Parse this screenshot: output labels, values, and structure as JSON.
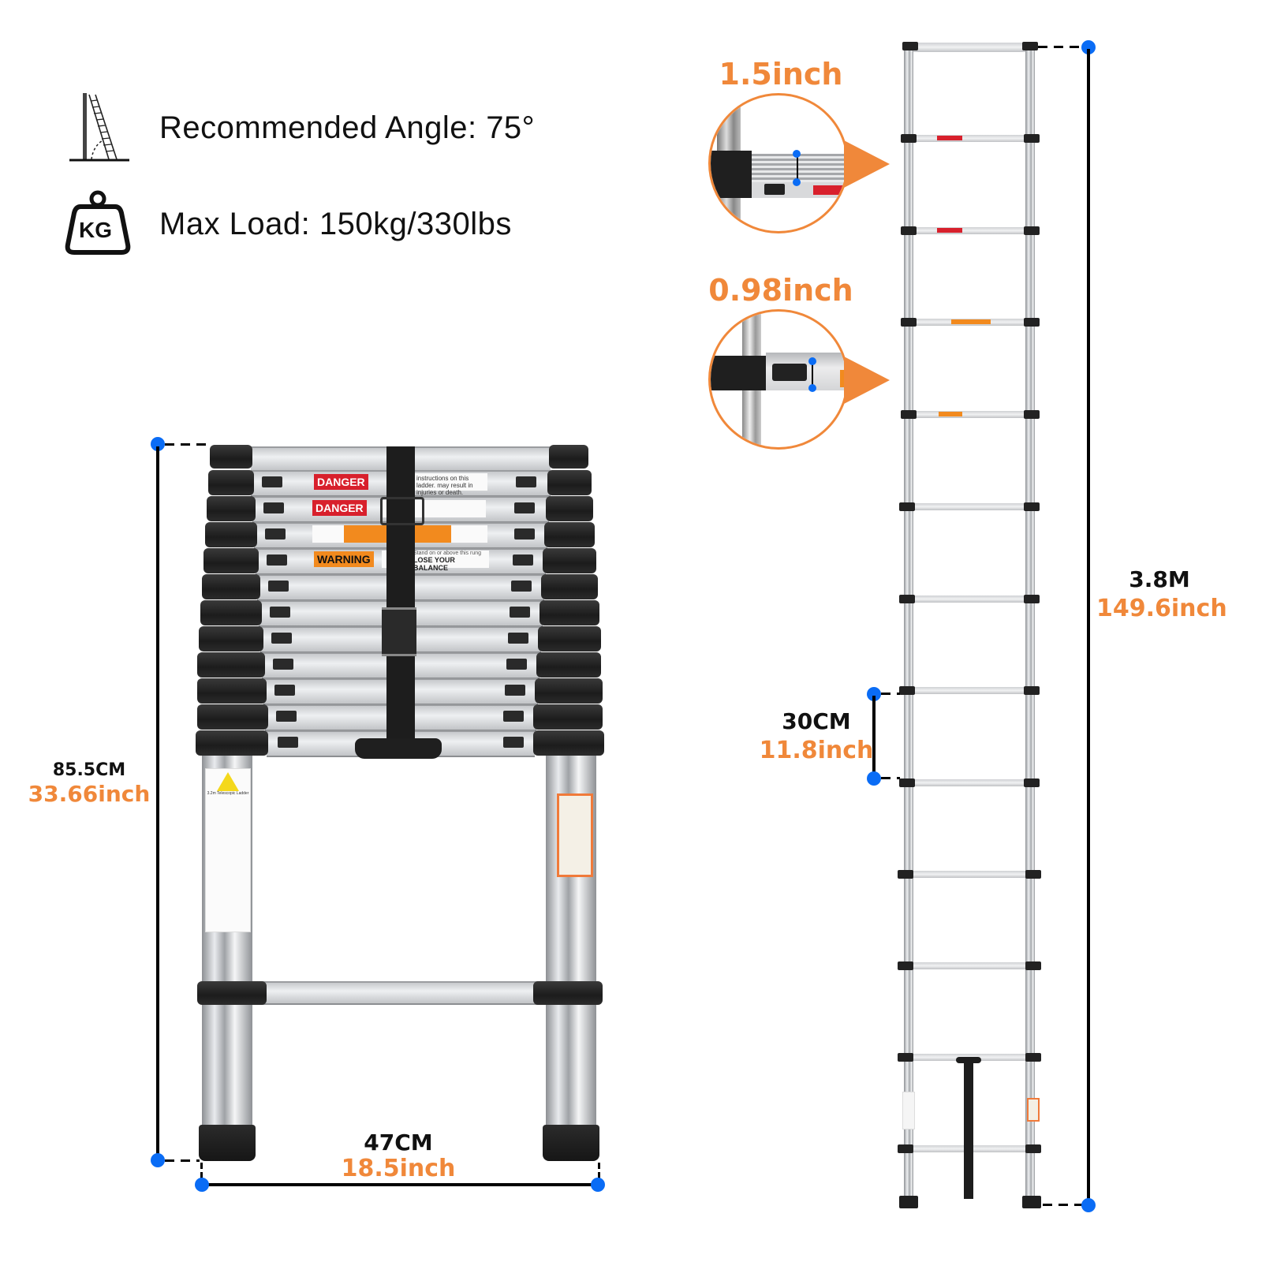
{
  "specs": {
    "angle": {
      "icon": "ladder-angle-icon",
      "text": "Recommended Angle: 75°"
    },
    "load": {
      "icon": "kg-weight-icon",
      "icon_text": "KG",
      "text": "Max Load: 150kg/330lbs"
    }
  },
  "details": {
    "rung_depth": {
      "label": "1.5inch"
    },
    "rung_height": {
      "label": "0.98inch"
    }
  },
  "collapsed": {
    "height": {
      "metric": "85.5CM",
      "imperial": "33.66inch"
    },
    "width": {
      "metric": "47CM",
      "imperial": "18.5inch"
    },
    "labels": {
      "danger_1": "DANGER",
      "danger_1_note": "instructions on this ladder. may result in injuries or death.",
      "danger_2": "DANGER",
      "warning": "WARNING",
      "warning_note": "LOSE YOUR BALANCE",
      "warning_sub": "Stand on or above this rung",
      "pole_sticker_title": "3.2m Telescopic Ladder"
    },
    "rung_count": 11
  },
  "extended": {
    "height": {
      "metric": "3.8M",
      "imperial": "149.6inch"
    },
    "rung_spacing": {
      "metric": "30CM",
      "imperial": "11.8inch"
    },
    "rung_count": 13
  },
  "colors": {
    "accent_orange": "#f0883a",
    "marker_blue": "#0a6cf5",
    "danger_red": "#d8202c",
    "warning_orange": "#f28a1e"
  }
}
